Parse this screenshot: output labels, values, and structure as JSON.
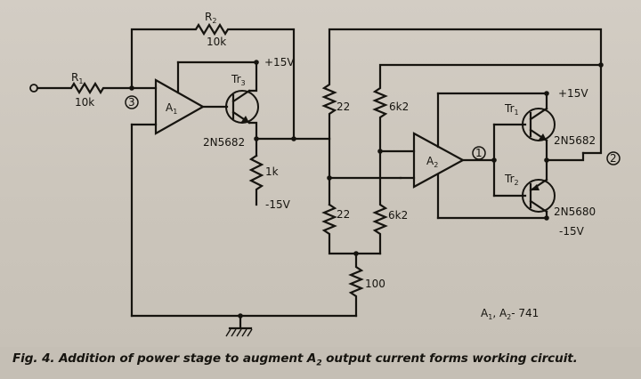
{
  "components": {
    "r1": {
      "ref": "R",
      "sub": "1",
      "value": "10k"
    },
    "r2": {
      "ref": "R",
      "sub": "2",
      "value": "10k"
    },
    "a1": {
      "ref": "A",
      "sub": "1"
    },
    "a2": {
      "ref": "A",
      "sub": "2"
    },
    "tr3": {
      "ref": "Tr",
      "sub": "3",
      "part": "2N5682"
    },
    "tr1": {
      "ref": "Tr",
      "sub": "1",
      "part": "2N5682"
    },
    "tr2": {
      "ref": "Tr",
      "sub": "2",
      "part": "2N5680"
    },
    "r_1k": {
      "value": "1k"
    },
    "r_22_top": {
      "value": "22"
    },
    "r_22_bottom": {
      "value": "22"
    },
    "r_6k2_top": {
      "value": "6k2"
    },
    "r_6k2_bottom": {
      "value": "6k2"
    },
    "r_100": {
      "value": "100"
    }
  },
  "supplies": {
    "tr3_plus": "+15V",
    "tr3_minus": "-15V",
    "stage_plus": "+15V",
    "stage_minus": "-15V"
  },
  "nodes": {
    "n1": "1",
    "n2": "2",
    "n3": "3"
  },
  "note": {
    "main": "A",
    "sub1": "1",
    "sep": ", A",
    "sub2": "2",
    "tail": "- 741"
  },
  "caption": {
    "lead": "Fig. 4.",
    "text_before": " Addition of power stage to augment  A",
    "sub": "2",
    "text_after": " output current forms working circuit."
  }
}
